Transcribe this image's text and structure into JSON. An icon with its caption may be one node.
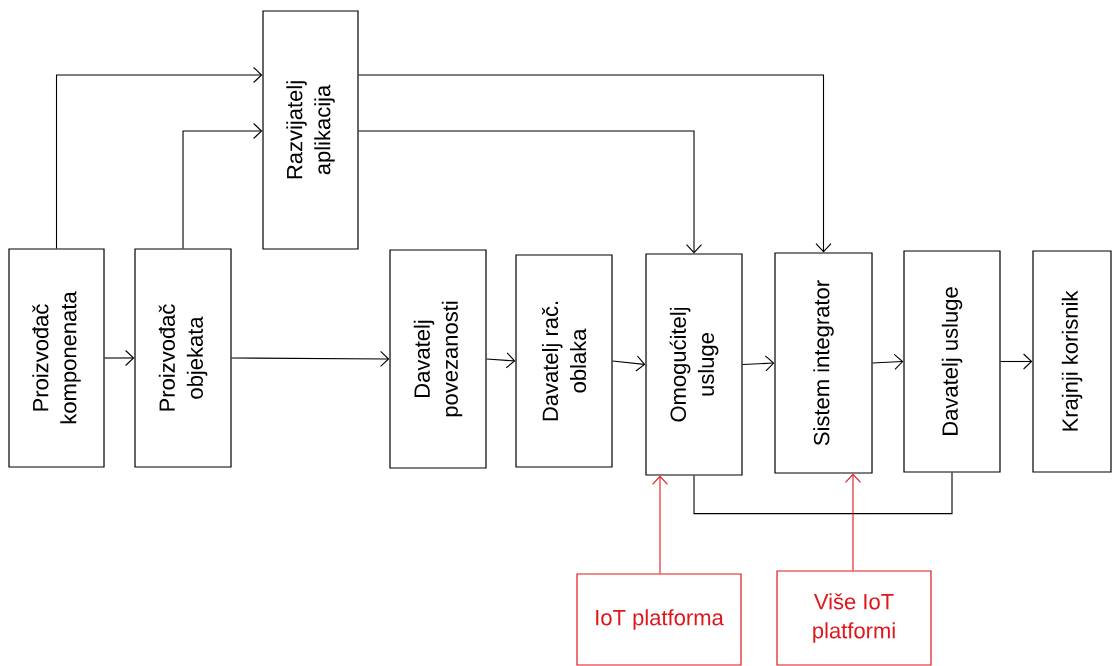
{
  "diagram": {
    "nodes": [
      {
        "text": [
          "Proizvođač komponenata"
        ]
      },
      {
        "text": [
          "Proizvođač objekata"
        ]
      },
      {
        "text": [
          "Razvijatelj aplikacija"
        ]
      },
      {
        "text": [
          "Davatelj povezanosti"
        ]
      },
      {
        "text": [
          "Davatelj rač. oblaka"
        ]
      },
      {
        "text": [
          "Omogućitelj usluge"
        ]
      },
      {
        "text": [
          "Sistem integrator"
        ]
      },
      {
        "text": [
          "Davatelj usluge"
        ]
      },
      {
        "text": [
          "Krajnji korisnik"
        ]
      },
      {
        "text": [
          "IoT platforma"
        ]
      },
      {
        "text": [
          "Više IoT platformi"
        ]
      }
    ],
    "edges": [
      {
        "from": 0,
        "to": 1,
        "arrow": "to"
      },
      {
        "from": 1,
        "to": 3,
        "arrow": "to"
      },
      {
        "from": 3,
        "to": 4,
        "arrow": "to"
      },
      {
        "from": 4,
        "to": 5,
        "arrow": "to"
      },
      {
        "from": 5,
        "to": 6,
        "arrow": "to"
      },
      {
        "from": 6,
        "to": 7,
        "arrow": "to"
      },
      {
        "from": 7,
        "to": 8,
        "arrow": "to"
      },
      {
        "from": 0,
        "to": 2,
        "arrow": "to"
      },
      {
        "from": 1,
        "to": 2,
        "arrow": "to"
      },
      {
        "from": 2,
        "to": 5,
        "arrow": "to"
      },
      {
        "from": 2,
        "to": 6,
        "arrow": "to"
      },
      {
        "from": 5,
        "to": 7,
        "arrow": "none"
      },
      {
        "from": 9,
        "to": 5,
        "arrow": "to",
        "color": "#e0161b"
      },
      {
        "from": 10,
        "to": 6,
        "arrow": "to",
        "color": "#e0161b"
      }
    ]
  }
}
